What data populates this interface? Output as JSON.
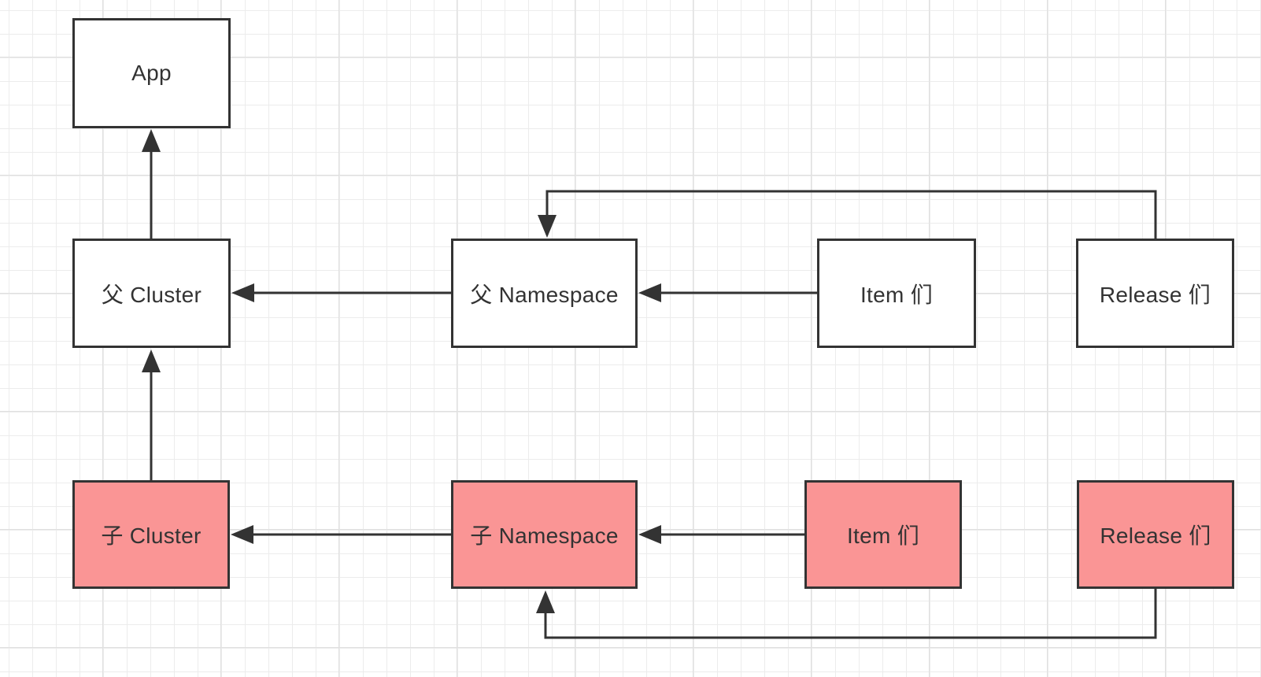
{
  "diagram": {
    "title": "Apollo cluster/namespace inheritance diagram",
    "nodes": [
      {
        "id": "app",
        "label": "App",
        "variant": "default"
      },
      {
        "id": "parent-cluster",
        "label": "父 Cluster",
        "variant": "default"
      },
      {
        "id": "parent-namespace",
        "label": "父 Namespace",
        "variant": "default"
      },
      {
        "id": "parent-items",
        "label": "Item 们",
        "variant": "default"
      },
      {
        "id": "parent-releases",
        "label": "Release 们",
        "variant": "default"
      },
      {
        "id": "child-cluster",
        "label": "子 Cluster",
        "variant": "highlight"
      },
      {
        "id": "child-namespace",
        "label": "子 Namespace",
        "variant": "highlight"
      },
      {
        "id": "child-items",
        "label": "Item 们",
        "variant": "highlight"
      },
      {
        "id": "child-releases",
        "label": "Release 们",
        "variant": "highlight"
      }
    ],
    "edges": [
      {
        "from": "parent-cluster",
        "to": "app",
        "direction": "up"
      },
      {
        "from": "child-cluster",
        "to": "parent-cluster",
        "direction": "up"
      },
      {
        "from": "parent-namespace",
        "to": "parent-cluster",
        "direction": "left"
      },
      {
        "from": "parent-items",
        "to": "parent-namespace",
        "direction": "left"
      },
      {
        "from": "parent-releases",
        "to": "parent-namespace",
        "direction": "over-top"
      },
      {
        "from": "child-namespace",
        "to": "child-cluster",
        "direction": "left"
      },
      {
        "from": "child-items",
        "to": "child-namespace",
        "direction": "left"
      },
      {
        "from": "child-releases",
        "to": "child-namespace",
        "direction": "under-bottom"
      }
    ],
    "colors": {
      "canvas_bg": "#ffffff",
      "grid_line": "#ececec",
      "grid_line_major": "#e0e0e0",
      "node_border": "#333333",
      "node_fill": "#ffffff",
      "node_fill_highlight": "#fa9595",
      "edge": "#333333",
      "text": "#333333"
    }
  }
}
